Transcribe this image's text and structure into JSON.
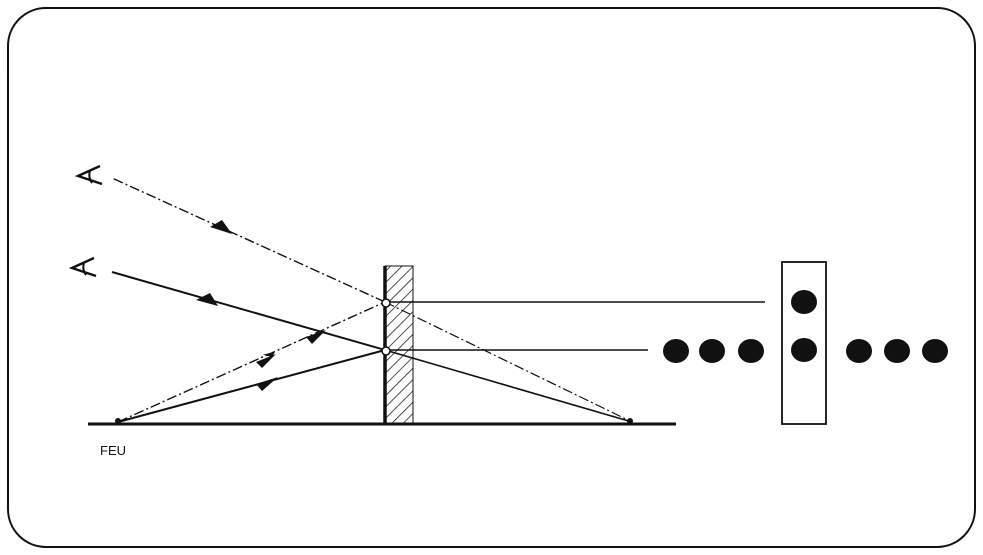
{
  "labels": {
    "source": "FEU"
  },
  "colors": {
    "ink": "#111111",
    "background": "#ffffff",
    "hatch": "#222222"
  },
  "icons": {
    "observer_top": "eye-icon",
    "observer_bottom": "eye-icon"
  },
  "dots": {
    "horizontal_row_count": 7,
    "vertical_column_count": 2
  }
}
